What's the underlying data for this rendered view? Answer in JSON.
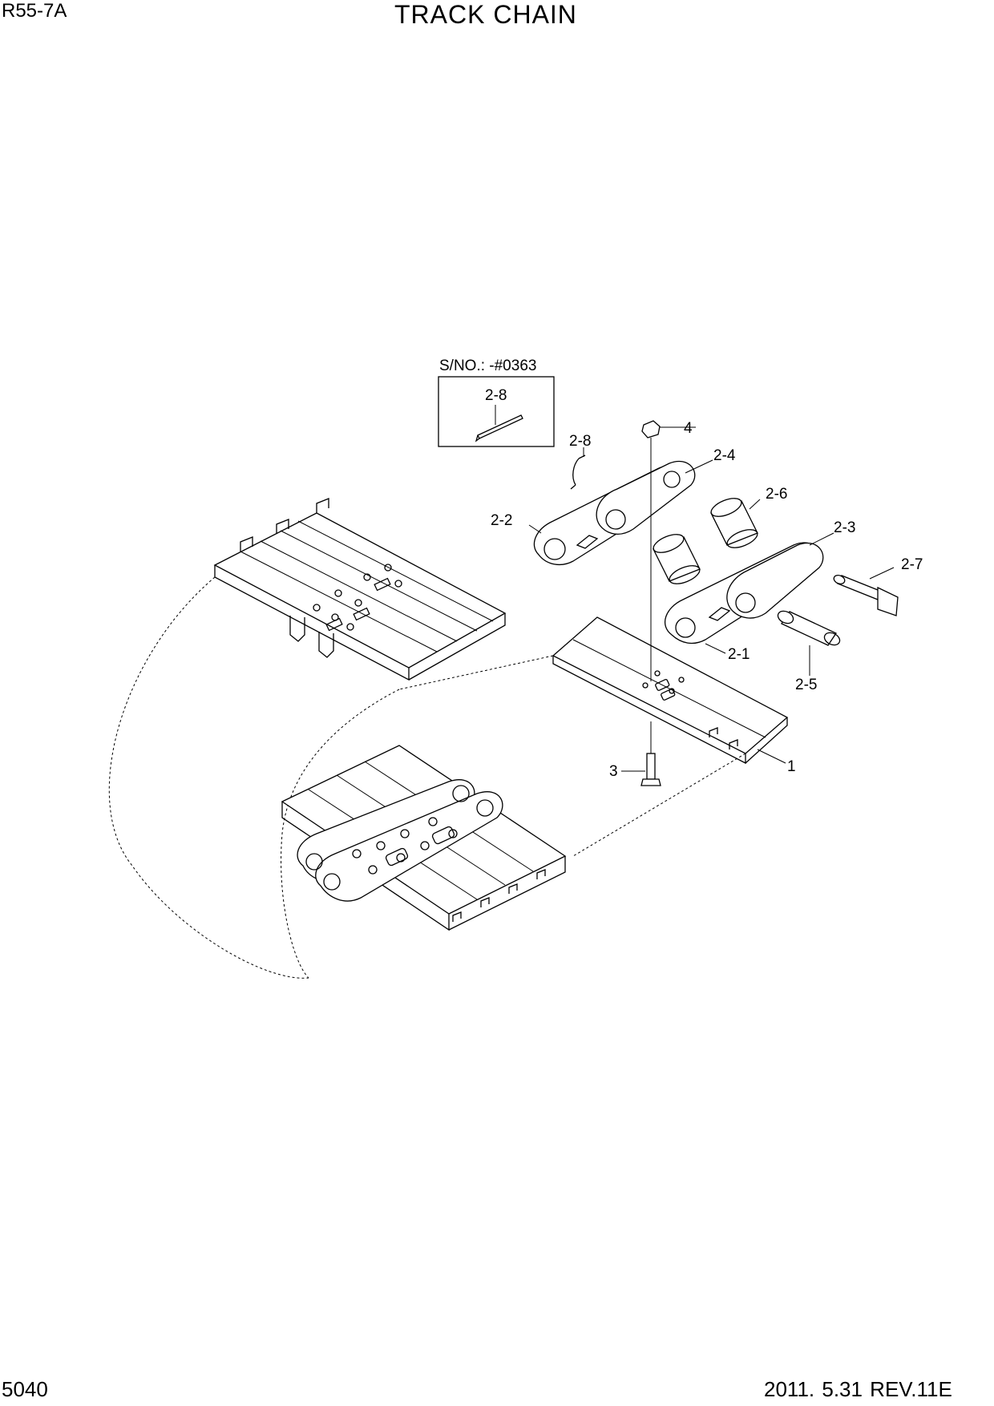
{
  "header": {
    "model": "R55-7A",
    "title": "TRACK CHAIN"
  },
  "footer": {
    "page_number": "5040",
    "date_rev": "2011. 5.31  REV.11E"
  },
  "serial_box": {
    "label": "S/NO.: -#0363",
    "callout": "2-8"
  },
  "callouts": {
    "c1": "1",
    "c2_1": "2-1",
    "c2_2": "2-2",
    "c2_3": "2-3",
    "c2_4": "2-4",
    "c2_5": "2-5",
    "c2_6": "2-6",
    "c2_7": "2-7",
    "c2_8": "2-8",
    "c3": "3",
    "c4": "4"
  }
}
